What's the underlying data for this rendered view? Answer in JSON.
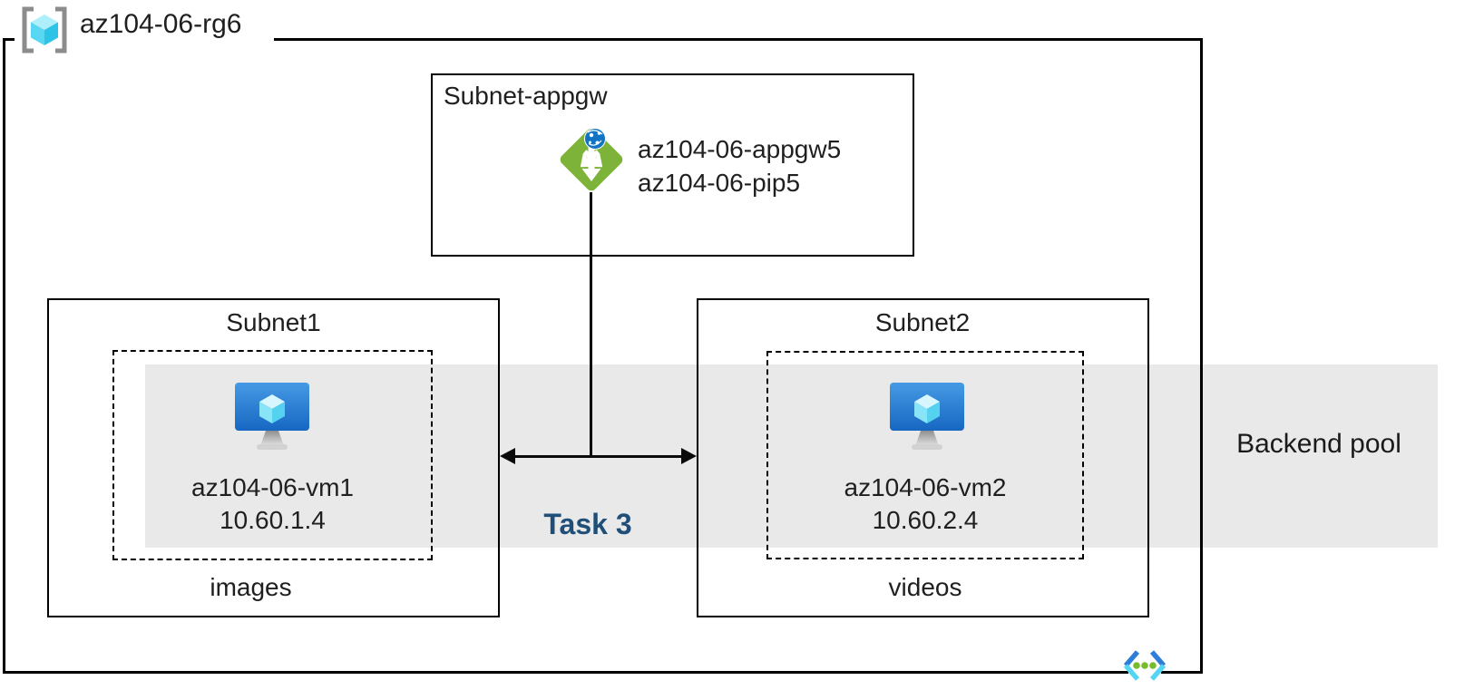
{
  "resource_group": {
    "name": "az104-06-rg6",
    "icon": "resource-group-icon"
  },
  "appgw_subnet": {
    "label": "Subnet-appgw",
    "gateway_name": "az104-06-appgw5",
    "public_ip_name": "az104-06-pip5",
    "icon": "application-gateway-icon"
  },
  "subnet1": {
    "label": "Subnet1",
    "vm_name": "az104-06-vm1",
    "vm_ip": "10.60.1.4",
    "caption": "images",
    "icon": "virtual-machine-icon"
  },
  "subnet2": {
    "label": "Subnet2",
    "vm_name": "az104-06-vm2",
    "vm_ip": "10.60.2.4",
    "caption": "videos",
    "icon": "virtual-machine-icon"
  },
  "backend_pool": {
    "label": "Backend pool"
  },
  "task": {
    "label": "Task 3"
  },
  "icons": {
    "bottom_right": "virtual-network-icon"
  },
  "colors": {
    "appgw_green": "#7db338",
    "globe_blue": "#1173c4",
    "vm_screen_top": "#469ae4",
    "vm_screen_bottom": "#1767c2",
    "cube_cyan_light": "#d8f6fd",
    "cube_cyan_mid": "#8ae4f7",
    "cube_cyan_dark": "#54d2f0",
    "task_navy": "#1f4e79",
    "band_gray": "#e9e9e9",
    "vnet_bracket_blue": "#2e7dd8",
    "vnet_bracket_cyan": "#55d5f4",
    "vnet_dot_green": "#76bc2d",
    "rg_bracket_gray": "#8c8c8c",
    "line_black": "#000000"
  }
}
